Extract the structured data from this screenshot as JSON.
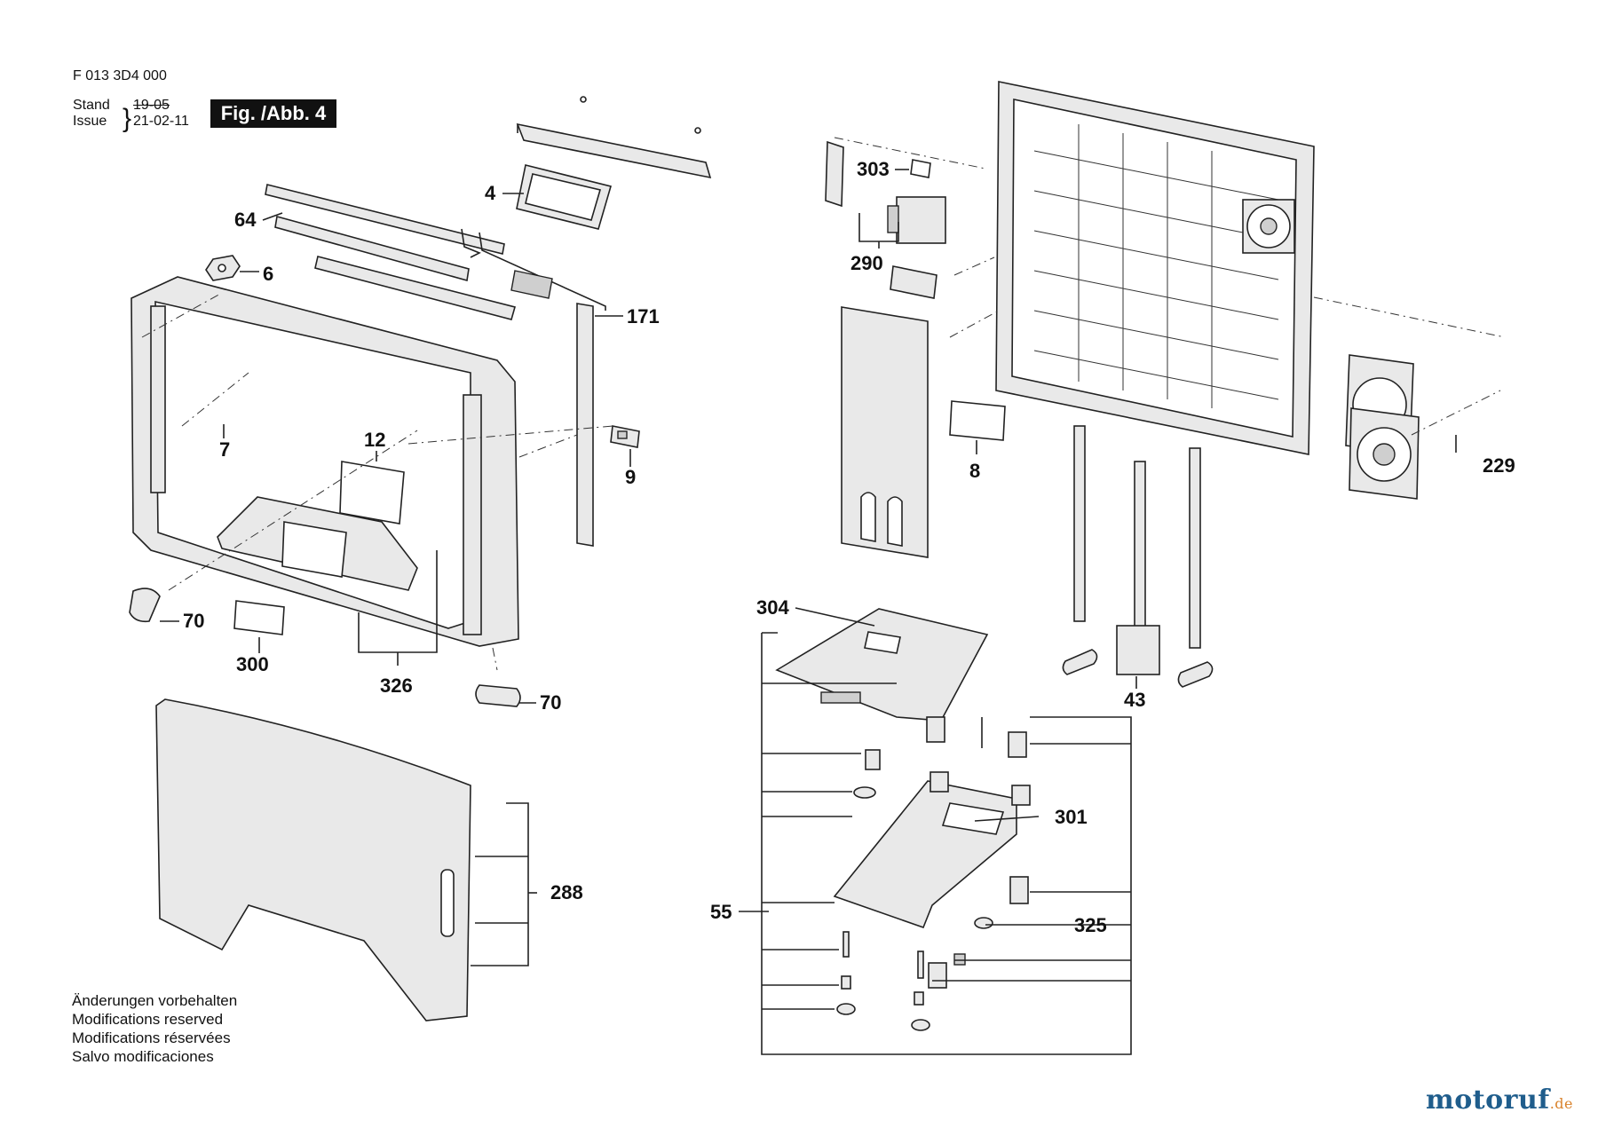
{
  "header": {
    "doc_number": "F 013 3D4 000",
    "stand_label": "Stand",
    "issue_label": "Issue",
    "stand_value": "19-05",
    "issue_value": "21-02-11",
    "figure_label": "Fig. /Abb. 4"
  },
  "callouts": [
    "4",
    "64",
    "6",
    "7",
    "12",
    "9",
    "171",
    "70",
    "300",
    "326",
    "70",
    "288",
    "303",
    "290",
    "8",
    "229",
    "304",
    "43",
    "301",
    "55",
    "325"
  ],
  "footer_notes": [
    "Änderungen vorbehalten",
    "Modifications reserved",
    "Modifications réservées",
    "Salvo modificaciones"
  ],
  "brand": {
    "text_main": "motoruf",
    "text_suffix": ".de",
    "accent_color": "#d9822b",
    "primary_color": "#1f5d8c"
  }
}
